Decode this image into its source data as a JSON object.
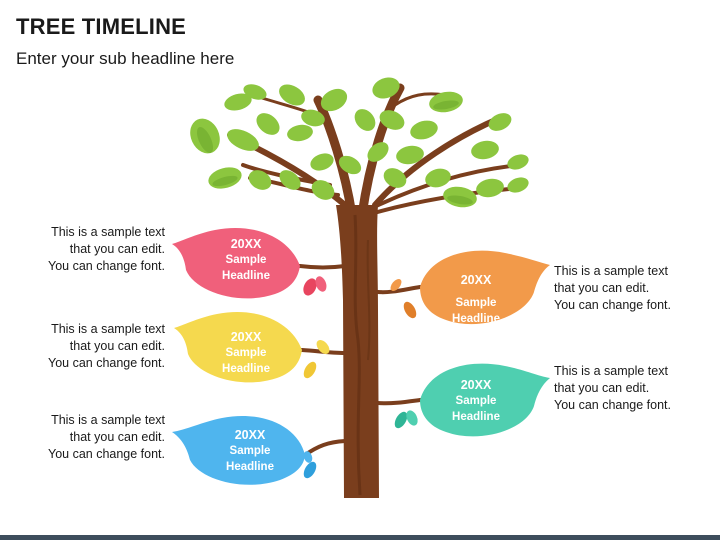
{
  "title": "TREE TIMELINE",
  "subtitle": "Enter your sub headline here",
  "colors": {
    "trunk": "#7a3e1d",
    "foliage": "#8cc63f",
    "pink": "#f0607b",
    "yellow": "#f5d94e",
    "blue": "#4fb5ee",
    "orange": "#f29a4a",
    "teal": "#4fcfb0",
    "bar": "#3d4d5c"
  },
  "milestones": [
    {
      "id": "pink",
      "side": "left",
      "year": "20XX",
      "headline1": "Sample",
      "headline2": "Headline",
      "text": [
        "This is a sample text",
        "that you can edit.",
        "You can change font."
      ]
    },
    {
      "id": "yellow",
      "side": "left",
      "year": "20XX",
      "headline1": "Sample",
      "headline2": "Headline",
      "text": [
        "This is a sample text",
        "that you can edit.",
        "You can change font."
      ]
    },
    {
      "id": "blue",
      "side": "left",
      "year": "20XX",
      "headline1": "Sample",
      "headline2": "Headline",
      "text": [
        "This is a sample text",
        "that you can edit.",
        "You can change font."
      ]
    },
    {
      "id": "orange",
      "side": "right",
      "year": "20XX",
      "headline1": "Sample",
      "headline2": "Headline",
      "text": [
        "This is a sample text",
        "that you can edit.",
        "You can change font."
      ]
    },
    {
      "id": "teal",
      "side": "right",
      "year": "20XX",
      "headline1": "Sample",
      "headline2": "Headline",
      "text": [
        "This is a sample text",
        "that you can edit.",
        "You can change font."
      ]
    }
  ]
}
